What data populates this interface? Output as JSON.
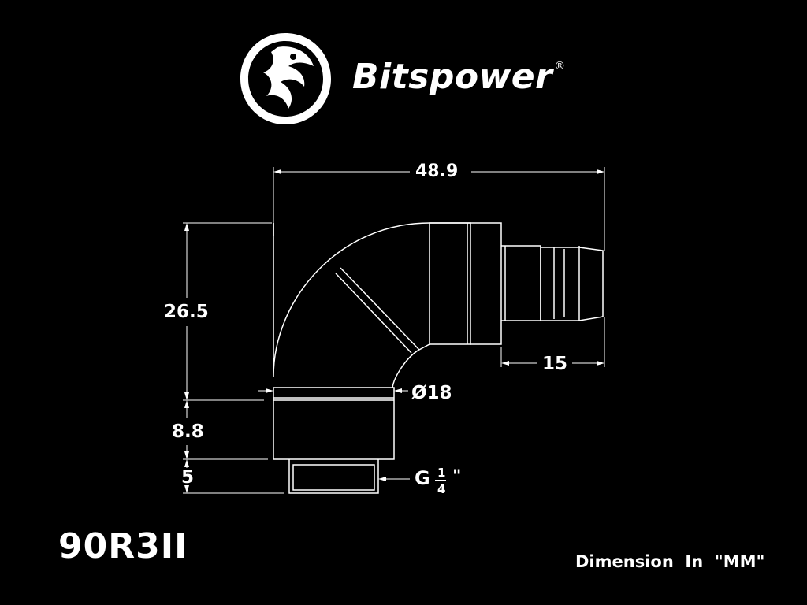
{
  "brand": {
    "name": "Bitspower",
    "registered_mark": "®",
    "logo_icon": "dragon-emblem-icon"
  },
  "product": {
    "model": "90R3II"
  },
  "dimensions": {
    "overall_width": "48.9",
    "upper_height": "26.5",
    "barb_length": "15",
    "diameter": "Ø18",
    "rotary_height": "8.8",
    "thread_height": "5",
    "thread_label": "G",
    "thread_fraction_num": "1",
    "thread_fraction_den": "4",
    "thread_quote": "\""
  },
  "footer": {
    "unit_note": "Dimension  In  \"MM\""
  },
  "colors": {
    "background": "#000000",
    "foreground": "#ffffff"
  }
}
